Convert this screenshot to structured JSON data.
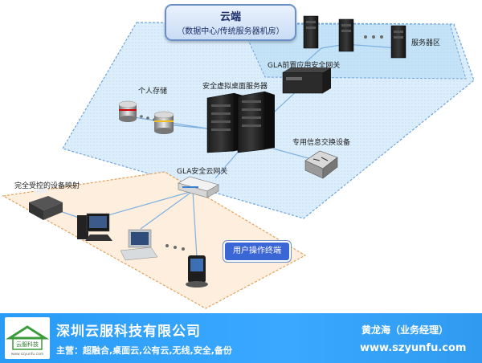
{
  "cloud": {
    "title": "云端",
    "subtitle": "（数据中心/传统服务器机房）"
  },
  "labels": {
    "server_zone": "服务器区",
    "front_gateway": "GLA前置应用安全网关",
    "virtual_desktop_server": "安全虚拟桌面服务器",
    "personal_storage": "个人存储",
    "exchange_device": "专用信息交换设备",
    "cloud_gateway": "GLA安全云网关",
    "device_mapping": "完全受控的设备映射",
    "user_terminal": "用户操作终端"
  },
  "footer": {
    "logo_text": "云服科技",
    "logo_sub": "www.szyunfu.com",
    "company": "深圳云服科技有限公司",
    "business": "主营：超融合,桌面云,公有云,无线,安全,备份",
    "contact": "黄龙海（业务经理）",
    "website": "www.szyunfu.com"
  },
  "colors": {
    "cloud_zone": "#dceefc",
    "terminal_zone": "#fdeedd",
    "footer": "#2a9cf6",
    "label_box": "#3a66d6"
  }
}
